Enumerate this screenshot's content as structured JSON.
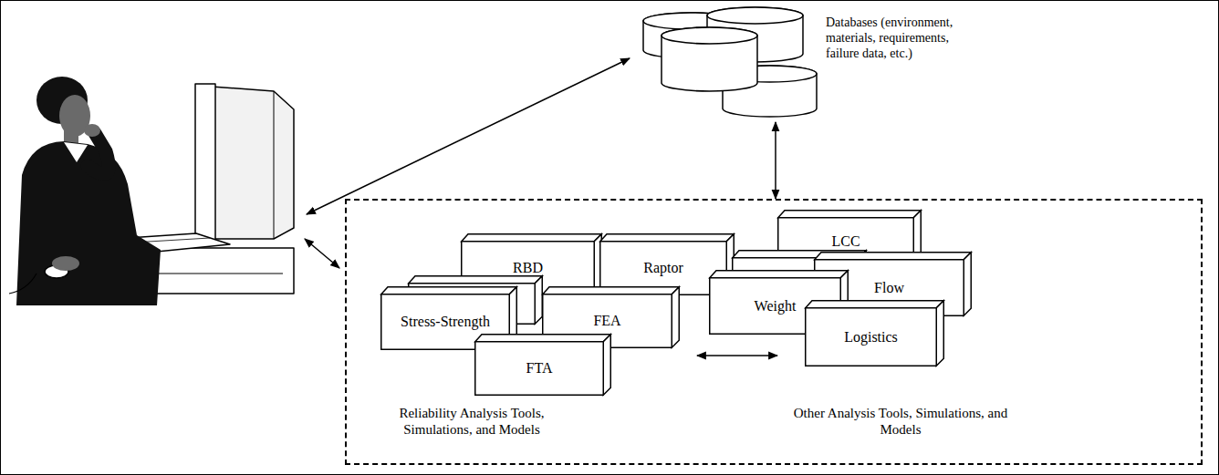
{
  "diagram": {
    "nodes": [
      {
        "text": [
          "Databases (environment, materials, requirements, failure data, etc.)"
        ]
      },
      {
        "text": []
      },
      {
        "text": [
          "Reliability Analysis Tools, Simulations, and Models"
        ],
        "in": 1
      },
      {
        "text": [
          "RBD"
        ],
        "in": 2
      },
      {
        "text": [
          "Raptor"
        ],
        "in": 2
      },
      {
        "text": [
          "Stress-Strength"
        ],
        "in": 2
      },
      {
        "text": [
          "FEA"
        ],
        "in": 2
      },
      {
        "text": [
          "FTA"
        ],
        "in": 2
      },
      {
        "text": [
          "Other Analysis Tools, Simulations, and Models"
        ],
        "in": 1
      },
      {
        "text": [
          "LCC"
        ],
        "in": 8
      },
      {
        "text": [
          "Flow"
        ],
        "in": 8
      },
      {
        "text": [
          "Weight"
        ],
        "in": 8
      },
      {
        "text": [
          "Logistics"
        ],
        "in": 8
      }
    ],
    "edges": [
      {
        "from": 0,
        "to": 1,
        "arrow": "both"
      },
      {
        "from": 2,
        "to": 8,
        "arrow": "both"
      }
    ]
  }
}
